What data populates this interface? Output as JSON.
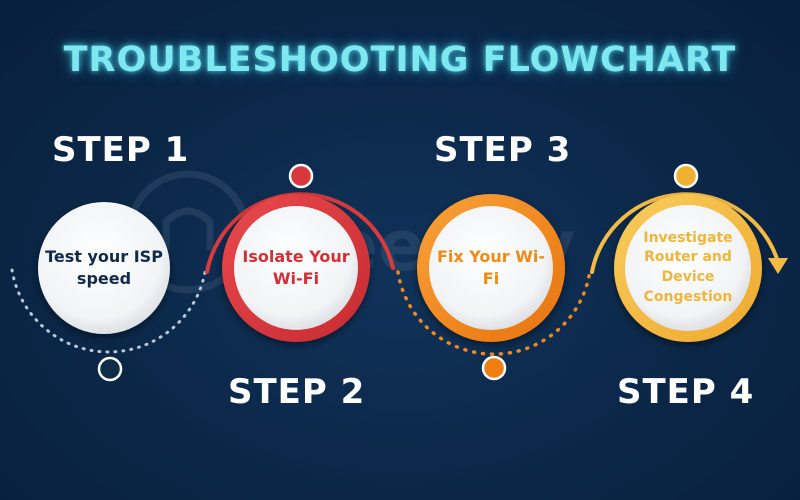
{
  "title": "TROUBLESHOOTING FLOWCHART",
  "watermark": "Speedify",
  "steps": [
    {
      "label": "STEP 1",
      "text": "Test your ISP speed",
      "color": "#0f2a4a",
      "ring": "#f5f5f5"
    },
    {
      "label": "STEP 2",
      "text": "Isolate Your Wi-Fi",
      "color": "#d32f36",
      "ring": "#d83a3d"
    },
    {
      "label": "STEP 3",
      "text": "Fix Your Wi-Fi",
      "color": "#f08a12",
      "ring": "#f2871b"
    },
    {
      "label": "STEP 4",
      "text": "Investigate Router and Device Congestion",
      "color": "#f0b63a",
      "ring": "#f4bc44"
    }
  ]
}
